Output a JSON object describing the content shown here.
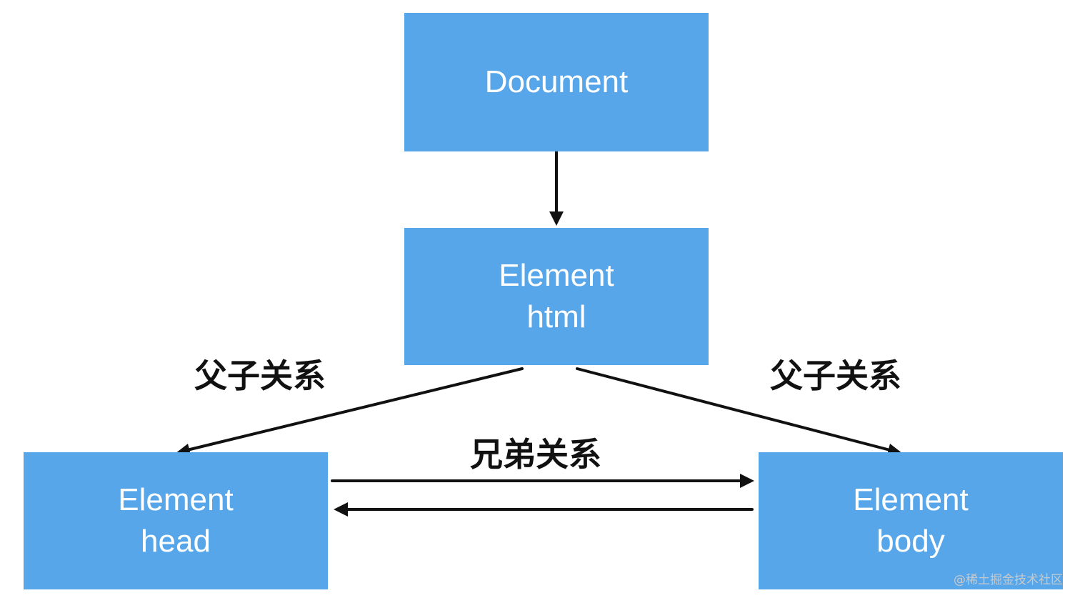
{
  "nodes": {
    "document": {
      "line1": "Document"
    },
    "html": {
      "line1": "Element",
      "line2": "html"
    },
    "head": {
      "line1": "Element",
      "line2": "head"
    },
    "body": {
      "line1": "Element",
      "line2": "body"
    }
  },
  "labels": {
    "parent_left": "父子关系",
    "parent_right": "父子关系",
    "sibling": "兄弟关系"
  },
  "edges": [
    {
      "from": "document",
      "to": "html"
    },
    {
      "from": "html",
      "to": "head",
      "label": "父子关系"
    },
    {
      "from": "html",
      "to": "body",
      "label": "父子关系"
    },
    {
      "from": "head",
      "to": "body",
      "label": "兄弟关系"
    },
    {
      "from": "body",
      "to": "head",
      "label": "兄弟关系"
    }
  ],
  "watermark": "@稀土掘金技术社区",
  "colors": {
    "node_fill": "#58A6EA",
    "node_text": "#FFFFFF",
    "arrow": "#111111",
    "label_text": "#111111"
  }
}
